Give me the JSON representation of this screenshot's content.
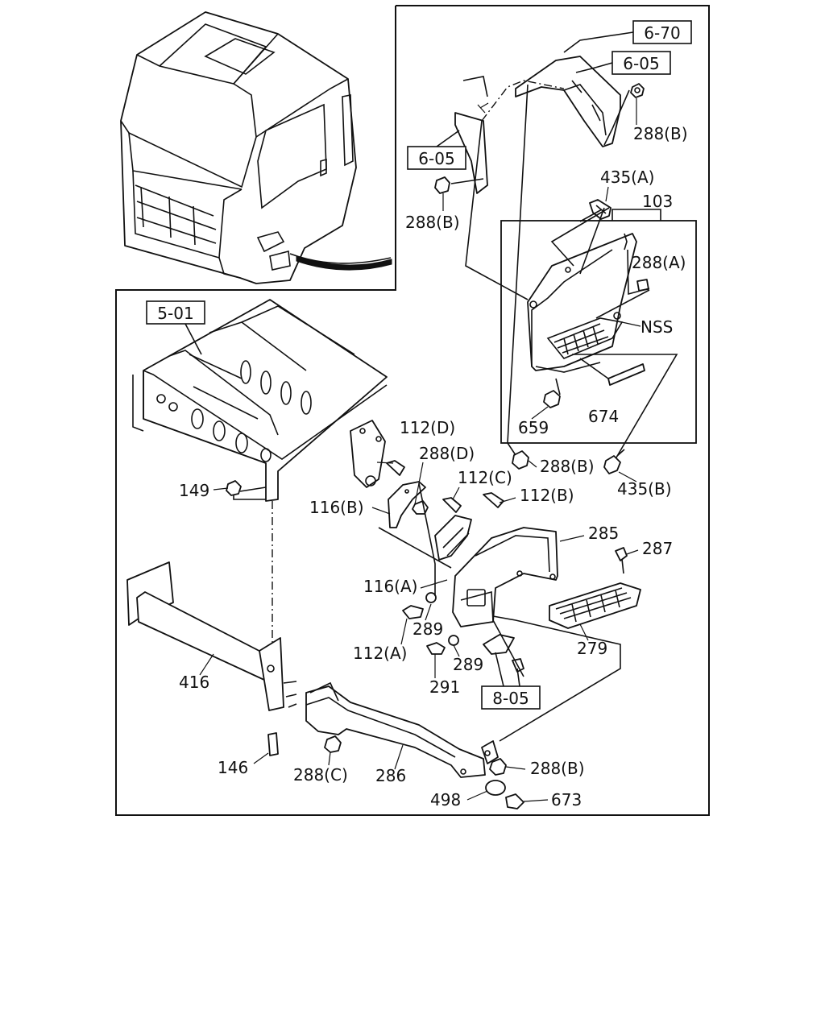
{
  "diagram": {
    "ref_boxes": {
      "r670": "6-70",
      "r605a": "6-05",
      "r605b": "6-05",
      "r501": "5-01",
      "r805": "8-05"
    },
    "labels": {
      "l288b_1": "288(B)",
      "l435a": "435(A)",
      "l103": "103",
      "l288b_2": "288(B)",
      "l288a": "288(A)",
      "lnss": "NSS",
      "l659": "659",
      "l674": "674",
      "l288b_3": "288(B)",
      "l435b": "435(B)",
      "l112d": "112(D)",
      "l288d": "288(D)",
      "l112c": "112(C)",
      "l112b": "112(B)",
      "l116b": "116(B)",
      "l149": "149",
      "l285": "285",
      "l287": "287",
      "l116a": "116(A)",
      "l289_1": "289",
      "l112a": "112(A)",
      "l289_2": "289",
      "l279": "279",
      "l291": "291",
      "l416": "416",
      "l146": "146",
      "l288c": "288(C)",
      "l286": "286",
      "l288b_4": "288(B)",
      "l498": "498",
      "l673": "673"
    }
  }
}
